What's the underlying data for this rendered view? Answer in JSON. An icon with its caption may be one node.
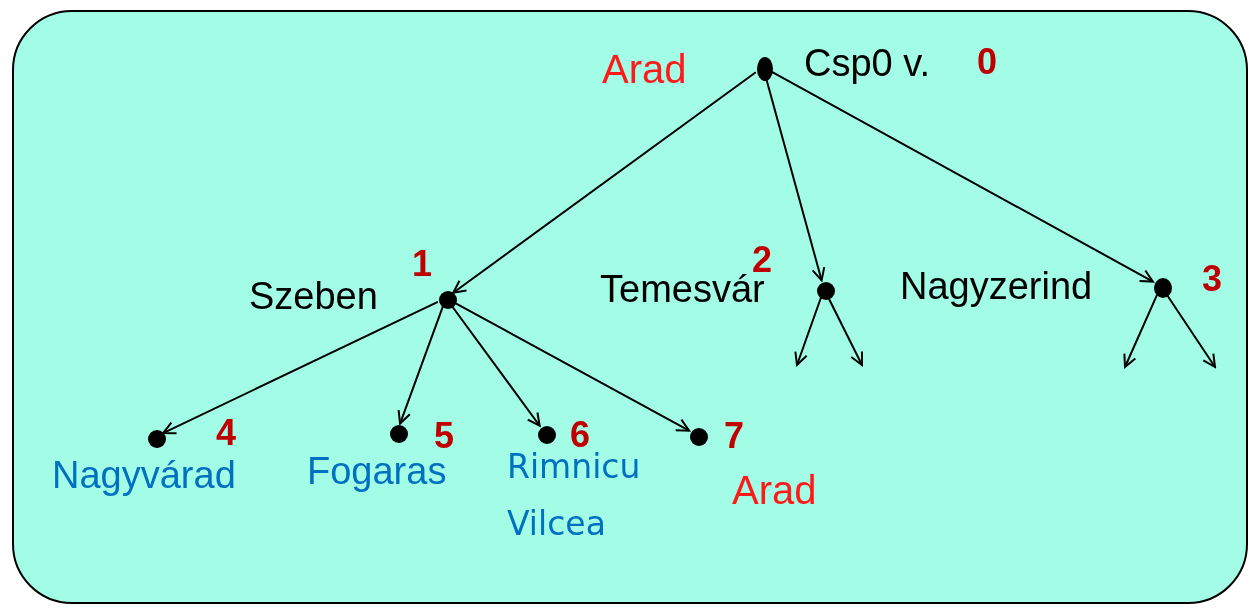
{
  "diagram": {
    "nodes": [
      {
        "text": [],
        "shape": "box"
      },
      {
        "text": [],
        "shape": "circle",
        "in": 0,
        "beside": [
          "Arad",
          "Csp0 v.",
          "0"
        ]
      },
      {
        "text": [],
        "shape": "circle",
        "in": 0,
        "beside": [
          "Szeben",
          "1"
        ]
      },
      {
        "text": [],
        "shape": "circle",
        "in": 0,
        "beside": [
          "2",
          "Temesvár"
        ]
      },
      {
        "text": [],
        "shape": "circle",
        "in": 0,
        "beside": [
          "Nagyzerind",
          "3"
        ]
      },
      {
        "text": [],
        "shape": "circle",
        "in": 0,
        "beside": [
          "4",
          "Nagyvárad"
        ]
      },
      {
        "text": [],
        "shape": "circle",
        "in": 0,
        "beside": [
          "5",
          "Fogaras"
        ]
      },
      {
        "text": [],
        "shape": "circle",
        "in": 0,
        "beside": [
          "6",
          "Rimnicu Vilcea"
        ]
      },
      {
        "text": [],
        "shape": "circle",
        "in": 0,
        "beside": [
          "7",
          "Arad"
        ]
      }
    ],
    "edges": [
      {
        "from": 1,
        "to": 2,
        "arrow": "to"
      },
      {
        "from": 1,
        "to": 3,
        "arrow": "to"
      },
      {
        "from": 1,
        "to": 4,
        "arrow": "to"
      },
      {
        "from": 2,
        "to": 5,
        "arrow": "to"
      },
      {
        "from": 2,
        "to": 6,
        "arrow": "to"
      },
      {
        "from": 2,
        "to": 7,
        "arrow": "to"
      },
      {
        "from": 2,
        "to": 8,
        "arrow": "to"
      },
      {
        "from": 3,
        "to": null,
        "arrow": "to"
      },
      {
        "from": 3,
        "to": null,
        "arrow": "to"
      },
      {
        "from": 4,
        "to": null,
        "arrow": "to"
      },
      {
        "from": 4,
        "to": null,
        "arrow": "to"
      }
    ]
  }
}
